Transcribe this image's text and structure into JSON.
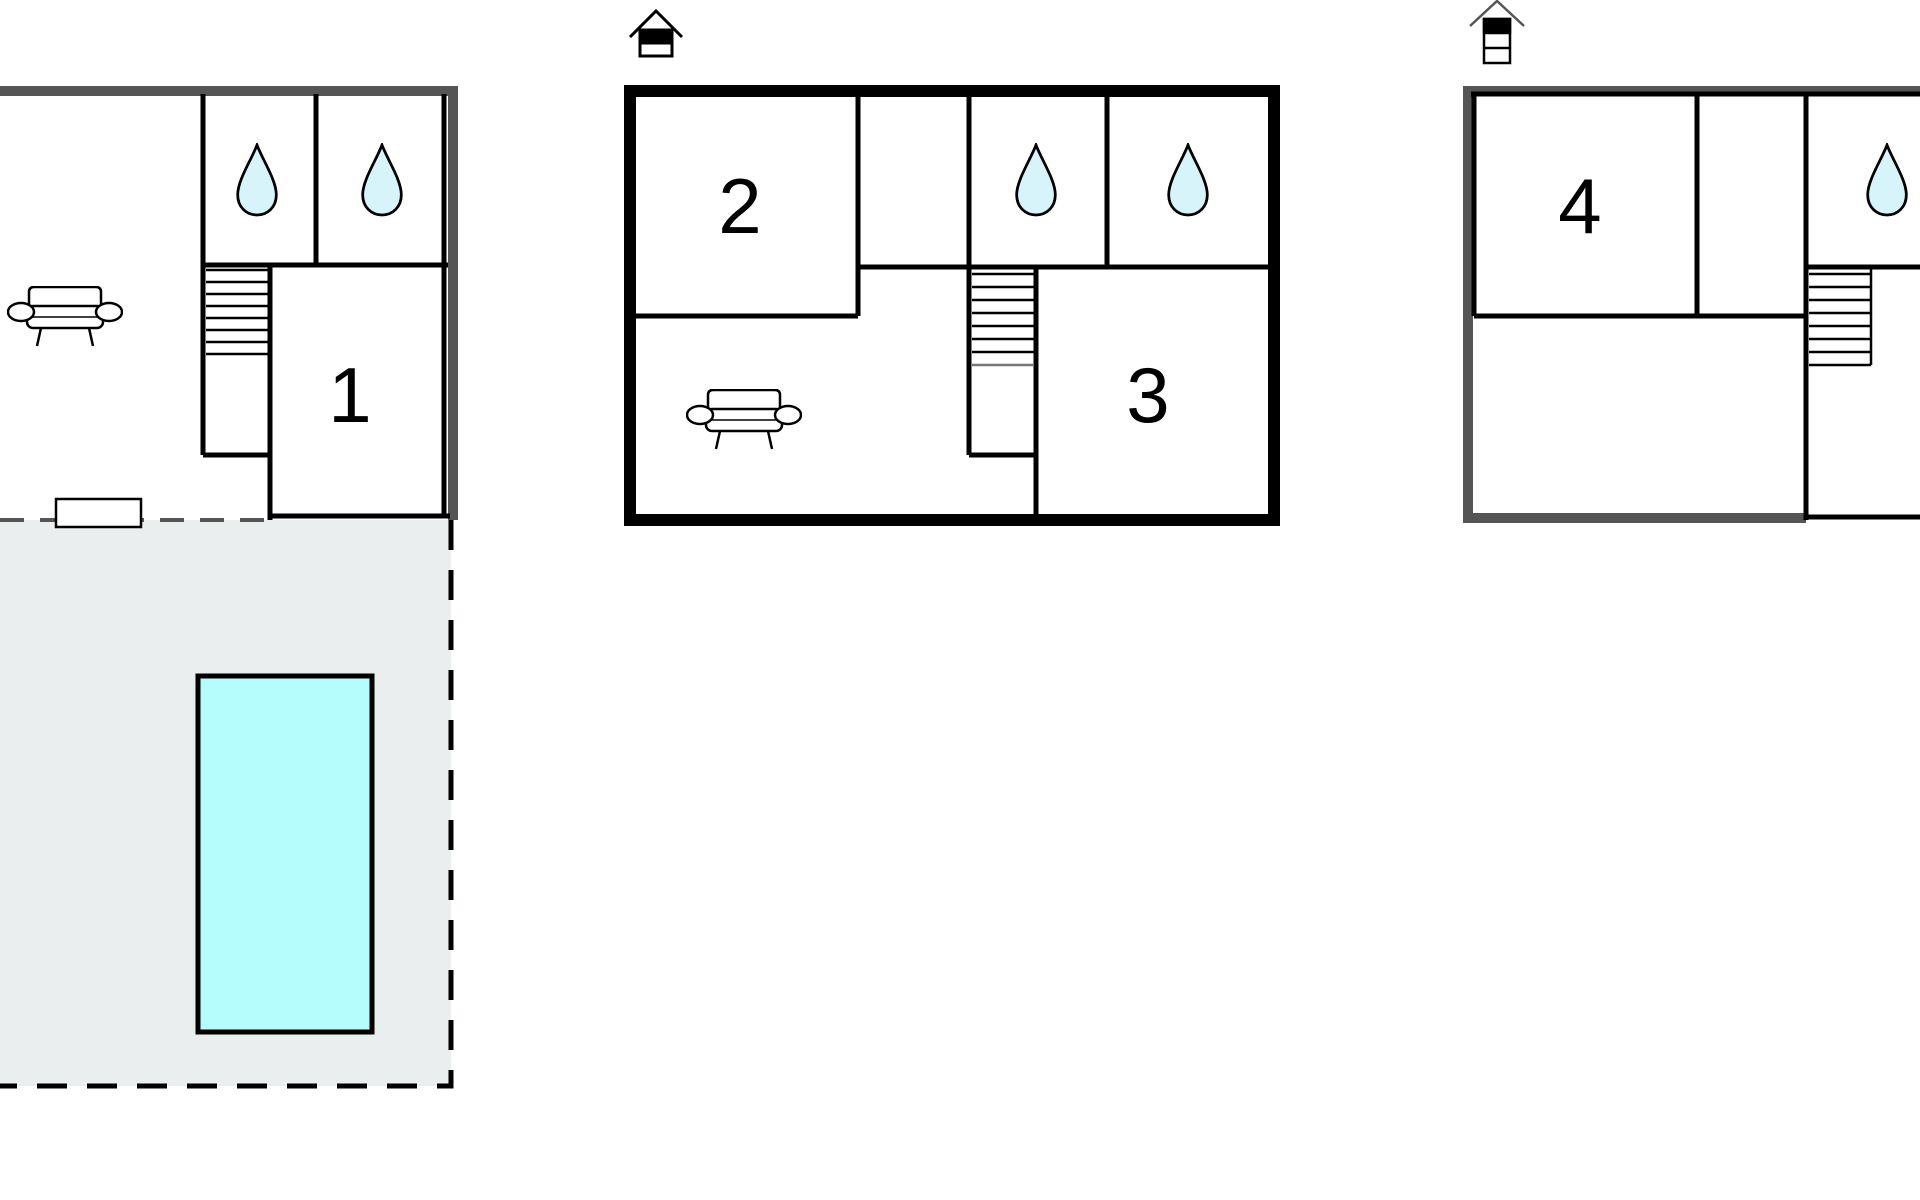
{
  "rooms": [
    {
      "number": "1"
    },
    {
      "number": "2"
    },
    {
      "number": "3"
    },
    {
      "number": "4"
    }
  ],
  "icons": {
    "bathroom": "water-drop-icon",
    "living_room": "sofa-icon",
    "stairs": "stairs-icon",
    "floor_indicator": "house-floor-icon",
    "door": "door-icon",
    "pool": "pool-icon"
  },
  "colors": {
    "walls": "#000000",
    "walls_cut": "#555555",
    "water_drop": "#d6f4fa",
    "pool": "#b5fcfd",
    "terrace": "#eaeeee",
    "background": "#ffffff"
  }
}
